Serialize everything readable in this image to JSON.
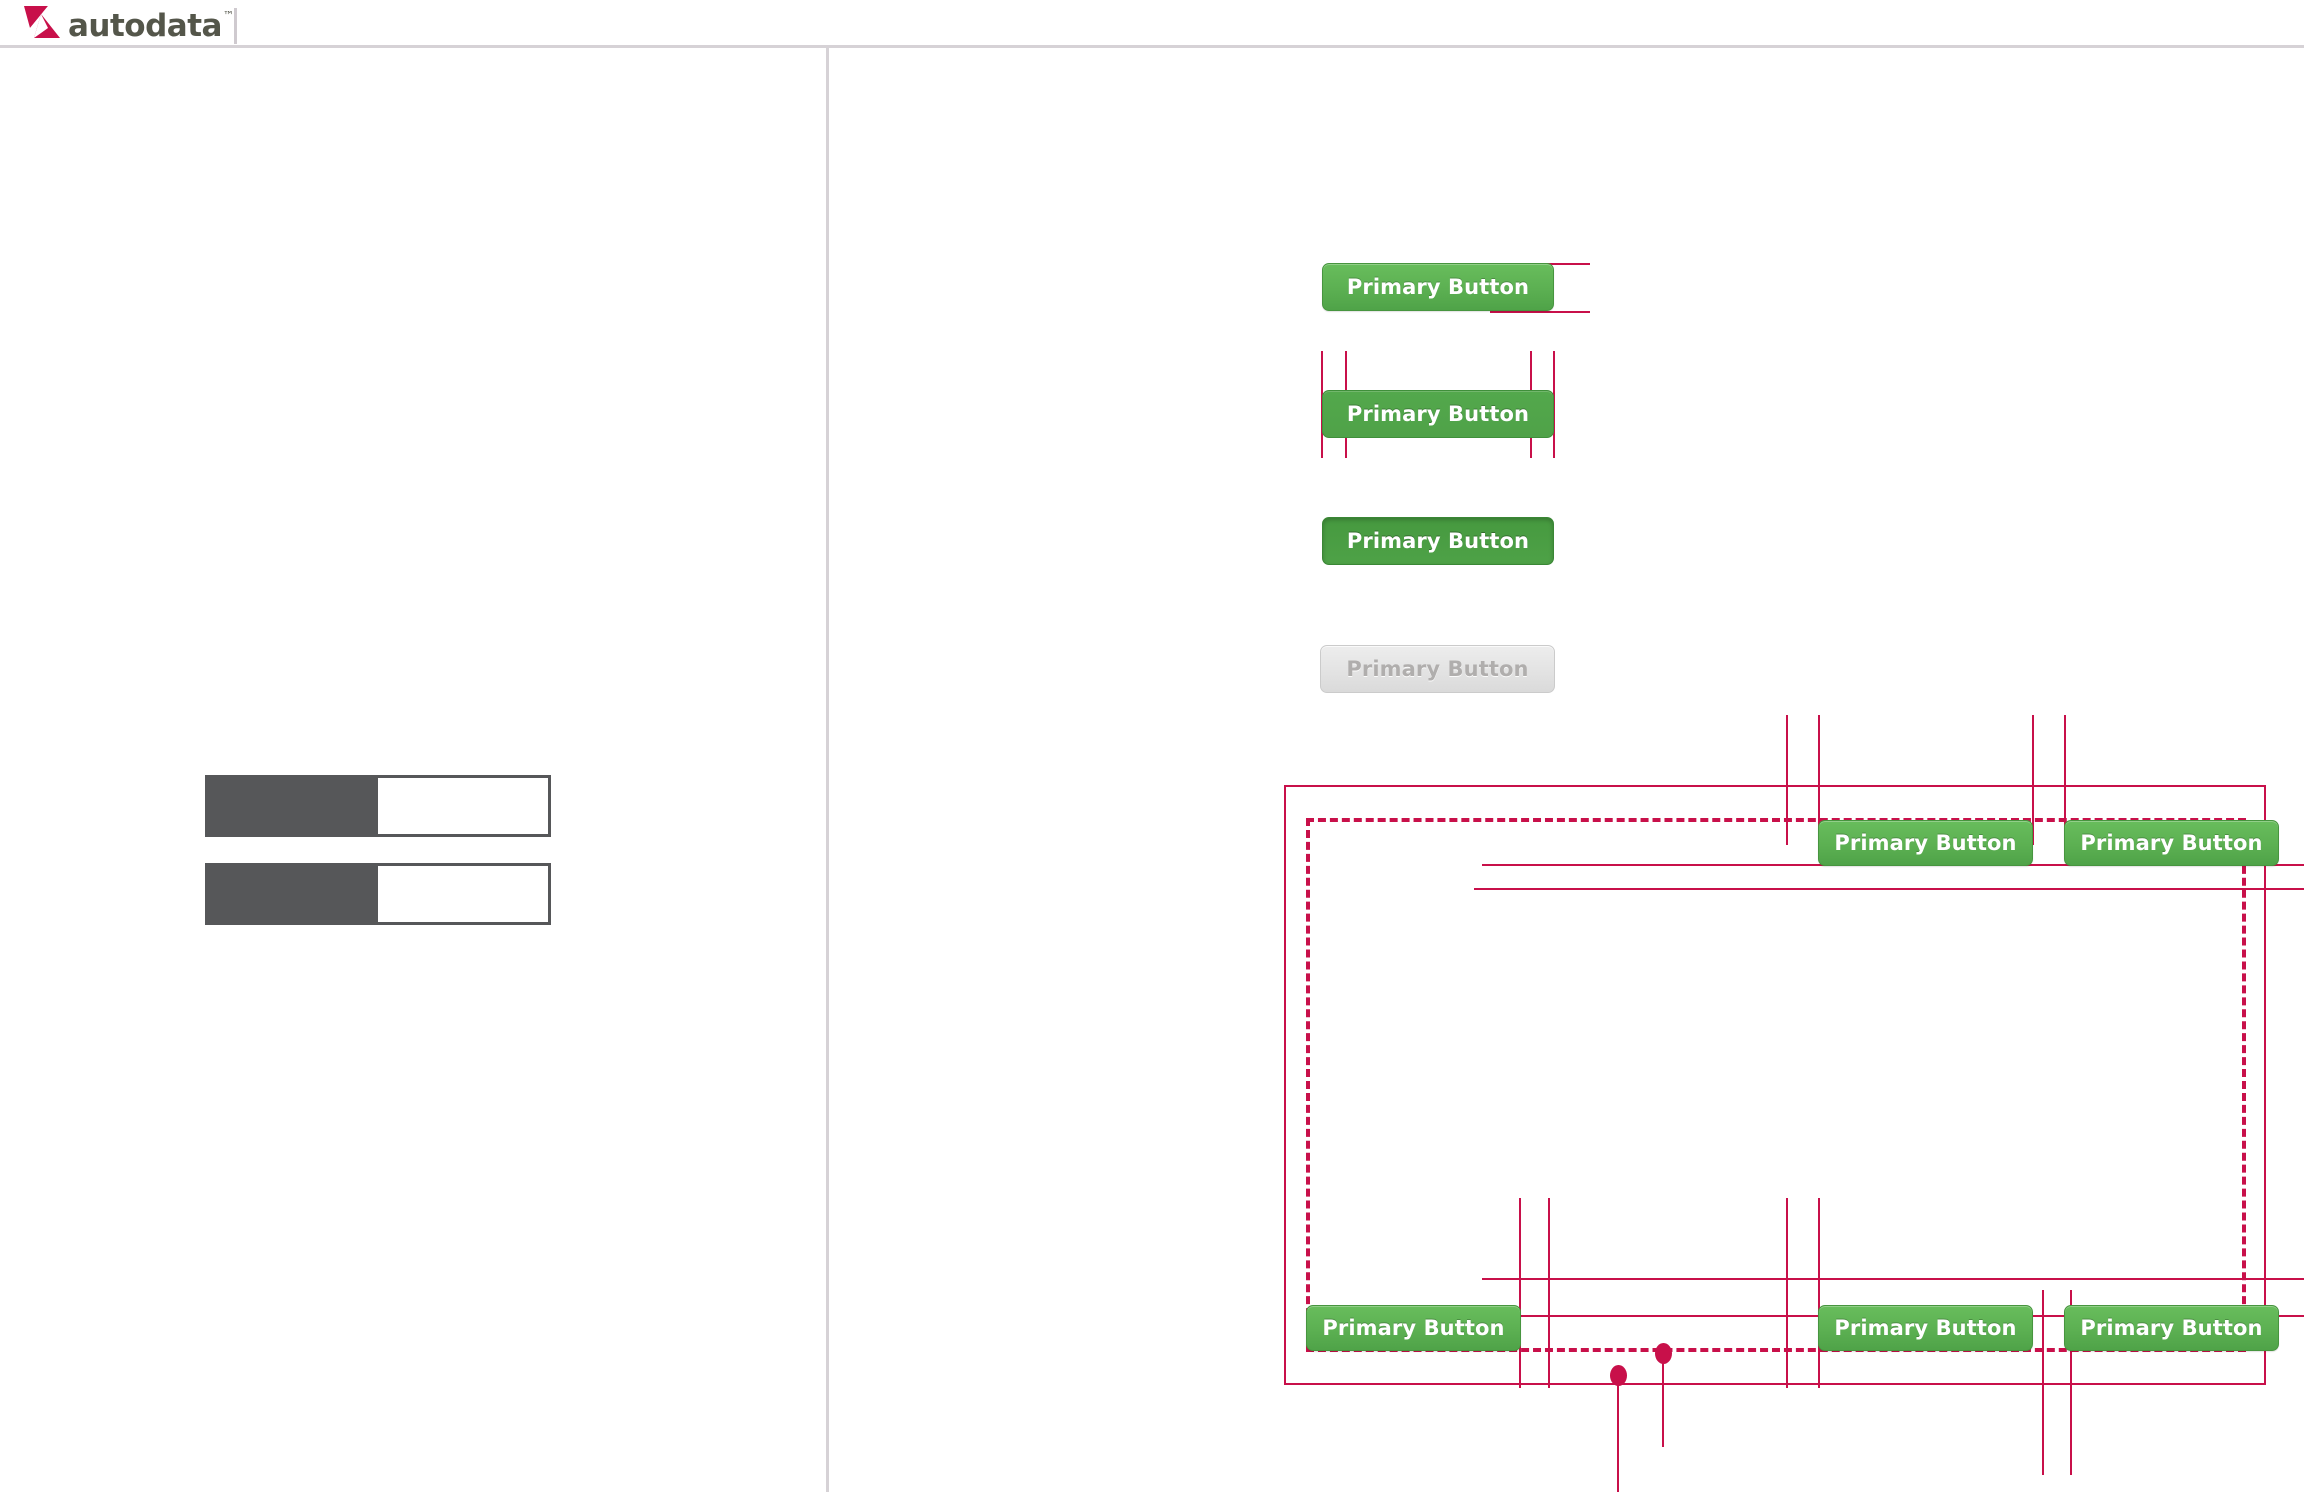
{
  "header": {
    "brand_name": "autodata",
    "trademark": "™",
    "logo_icon": "autodata-triangle-logo",
    "brand_color": "#c8104a",
    "wordmark_color": "#54564a",
    "divider_color": "#d6d2d6"
  },
  "palette": {
    "annotation": "#c8104a",
    "green_default_top": "#68bd5c",
    "green_default_bottom": "#4fa348",
    "green_hover": "#53a84c",
    "green_active": "#46993f",
    "disabled_bg": "#e2e2e2",
    "disabled_text": "#b0aead",
    "swatch_dark": "#565759",
    "rule": "#d6d2d6"
  },
  "left_panel": {
    "swatches": [
      {
        "fill_label": "",
        "outline_label": ""
      },
      {
        "fill_label": "",
        "outline_label": ""
      }
    ]
  },
  "button_states": [
    {
      "label": "Primary Button",
      "state": "default"
    },
    {
      "label": "Primary Button",
      "state": "hover"
    },
    {
      "label": "Primary Button",
      "state": "active"
    },
    {
      "label": "Primary Button",
      "state": "disabled"
    }
  ],
  "dialog": {
    "top_buttons": [
      {
        "label": "Primary Button"
      },
      {
        "label": "Primary Button"
      }
    ],
    "bottom_buttons": [
      {
        "label": "Primary Button"
      },
      {
        "label": "Primary Button"
      },
      {
        "label": "Primary Button"
      }
    ]
  }
}
